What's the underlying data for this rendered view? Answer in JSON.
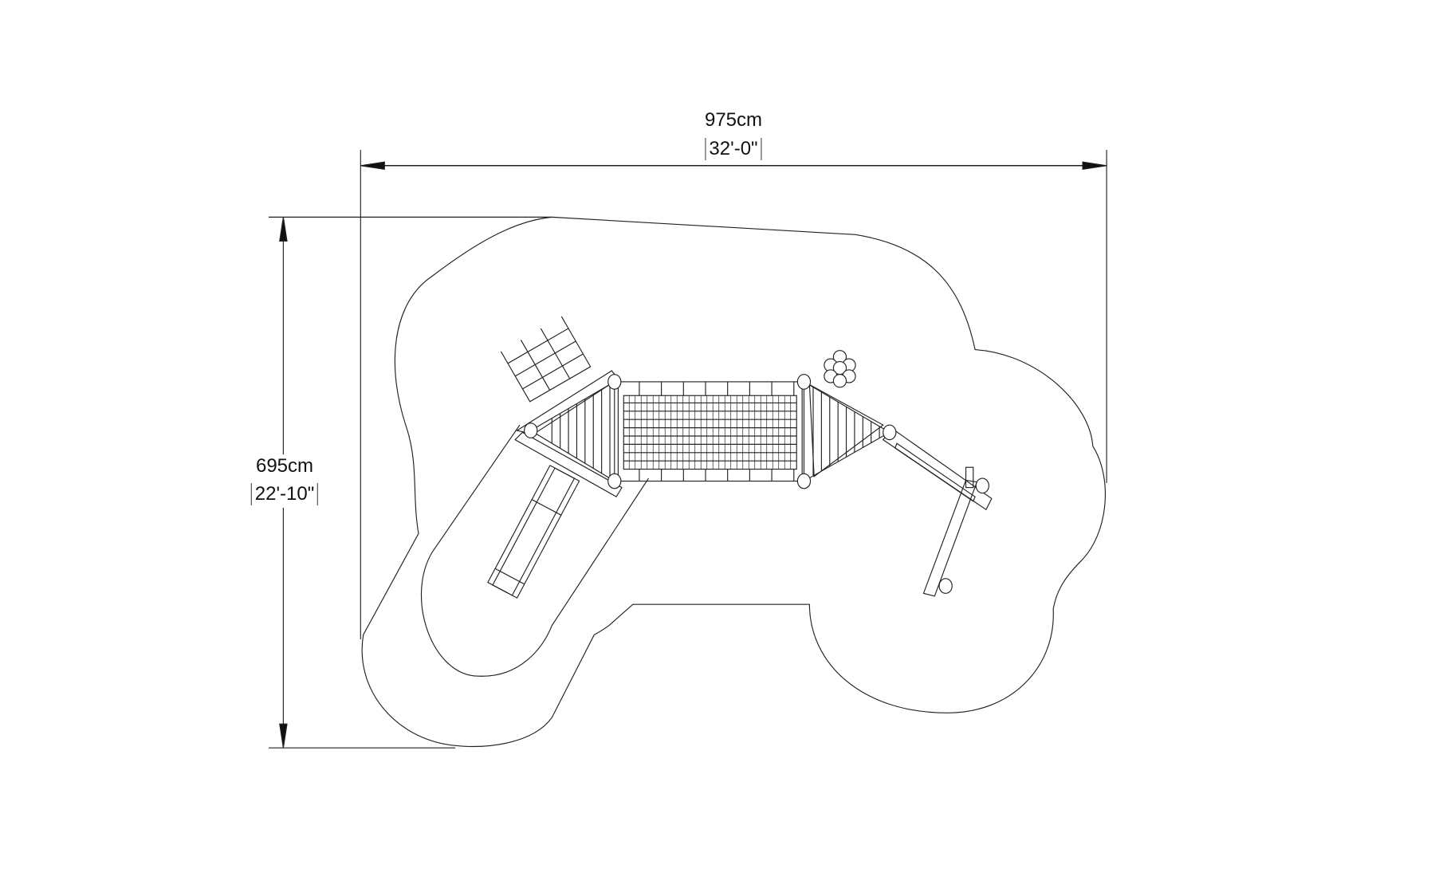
{
  "dimensions": {
    "width": {
      "metric": "975cm",
      "imperial": "32'-0\""
    },
    "height": {
      "metric": "695cm",
      "imperial": "22'-10\""
    }
  },
  "colors": {
    "line": "#222222",
    "background": "#ffffff"
  }
}
